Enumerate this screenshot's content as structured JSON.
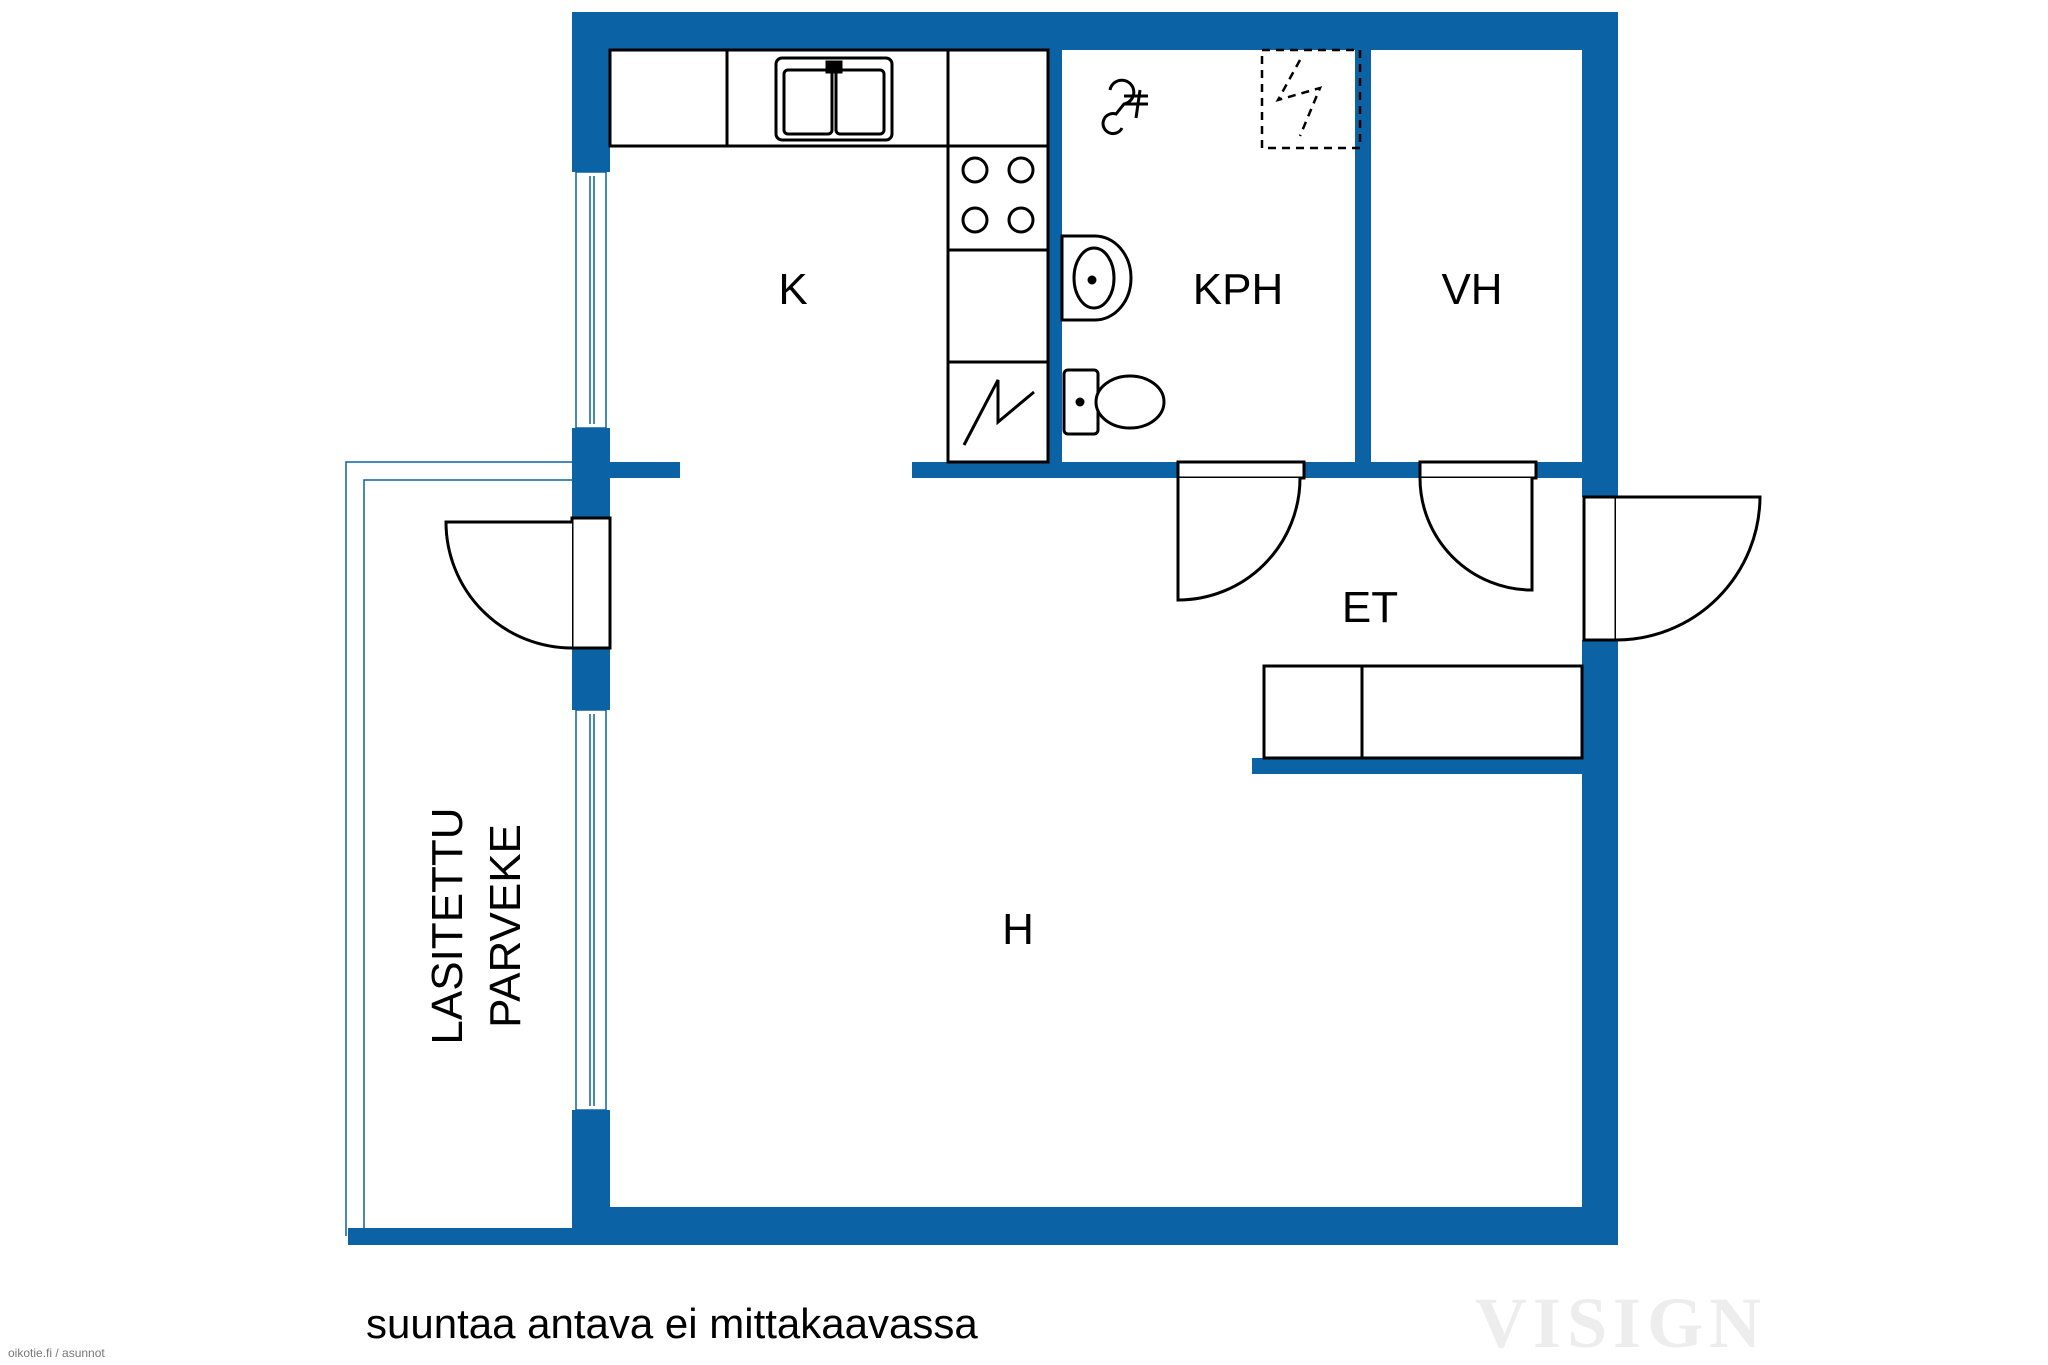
{
  "rooms": {
    "kitchen": "K",
    "bathroom": "KPH",
    "closet": "VH",
    "hall": "ET",
    "living": "H",
    "balcony_line1": "LASITETTU",
    "balcony_line2": "PARVEKE"
  },
  "note": "suuntaa antava ei mittakaavassa",
  "credit": "oikotie.fi / asunnot",
  "brand": "VISIGN",
  "colors": {
    "wall": "#0b62a4",
    "line": "#000000",
    "background": "#ffffff"
  }
}
